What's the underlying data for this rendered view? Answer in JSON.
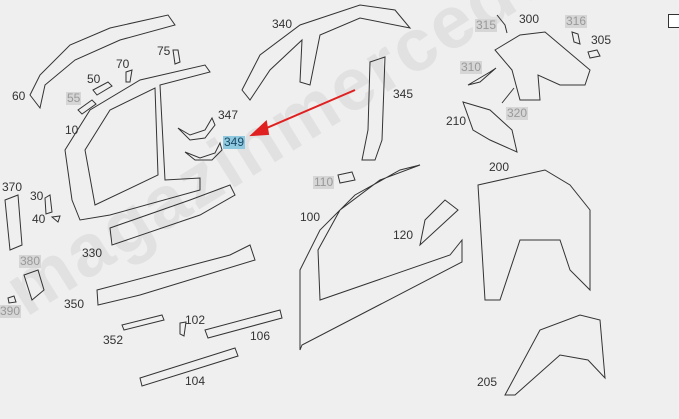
{
  "watermark": "magazinmercedes.ru",
  "selected_part": "349",
  "colors": {
    "arrow": "#e02020",
    "selected_bg": "#8fc9e0",
    "unavailable_bg": "#d6d6d6"
  },
  "labels": {
    "p340": "340",
    "p60": "60",
    "p55": "55",
    "p50": "50",
    "p70": "70",
    "p75": "75",
    "p10": "10",
    "p347": "347",
    "p349": "349",
    "p370": "370",
    "p30": "30",
    "p40": "40",
    "p330": "330",
    "p380": "380",
    "p390": "390",
    "p350": "350",
    "p352": "352",
    "p102": "102",
    "p106": "106",
    "p104": "104",
    "p110": "110",
    "p100": "100",
    "p120": "120",
    "p345": "345",
    "p315": "315",
    "p300": "300",
    "p316": "316",
    "p305": "305",
    "p310": "310",
    "p320": "320",
    "p210": "210",
    "p200": "200",
    "p205": "205"
  }
}
